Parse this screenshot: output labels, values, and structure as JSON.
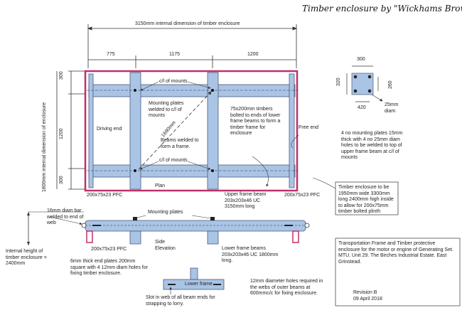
{
  "title": "Timber enclosure by \"Wickhams Brown\"",
  "colors": {
    "beam_fill": "#aac4e6",
    "beam_stroke": "#4a5a7a",
    "timber": "#c0306a",
    "line": "#333333"
  },
  "dims": {
    "overall": "3150mm internal dimension of timber enclosure",
    "seg1": "775",
    "seg2": "1175",
    "seg3": "1200",
    "left_300_top": "300",
    "left_1200": "1200",
    "left_300_bottom": "300",
    "vertical": "1800mm internal dimension of enclosure",
    "diagonal": "1690mm"
  },
  "plan": {
    "cl_mounts_top": "c/l of mounts",
    "cl_mounts_bottom": "c/l of mounts",
    "mounting_plates": "Mounting plates welded to c/l of mounts",
    "beams_welded": "Beams welded to form a frame.",
    "timbers": "75x200mm timbers bolted to ends of lower frame beams to form a timber frame for enclosure",
    "driving_end": "Driving end",
    "free_end": "Free end",
    "plan_label": "Plan"
  },
  "plate_detail": {
    "width": "300",
    "height_outer": "320",
    "height_inner": "260",
    "hole_spacing": "420",
    "hole_diam": "25mm diam"
  },
  "mounting_note": "4 no mounting plates 15mm thick with 4 no 25mm diam holes to be welded to top of upper frame beam at c/l of mounts",
  "pfc_left": "200x75x23 PFC",
  "pfc_right": "200x75x23 PFC",
  "upper_beam": "Upper frame beam 203x203x46 UC 3150mm long",
  "enclosure_box": "Timber enclosure to be 1950mm wide 3300mm long 2400mm high inside to allow for 200x75mm timber bolted plinth",
  "elevation": {
    "bar": "16mm diam bar welded to end of web",
    "mounting_plates": "Mounting plates",
    "pfc": "200x75x23 PFC",
    "side_elevation": "Side Elevation",
    "lower_beams": "Lower frame beams 203x203x46 UC 1800mm long.",
    "internal_height": "Internal height of timber enclosure = 2400mm",
    "end_plates": "6mm thick end plates 200mm square with 4 12mm diam holes for fixing timber enclosure."
  },
  "lower_frame": {
    "label": "Lower frame",
    "slot": "Slot in web of all beam ends for strapping to lorry."
  },
  "holes_note": "12mm diameter holes required in the webs of outer beams at 600mmc/c for fixing enclosure.",
  "info_box": "Transportation Frame and Timber protective enclosure for the motor or engine of Generating Set. MTU. Unit 29. The Birches Industrial Estate. East Grinstead.",
  "revision": "Revision B",
  "date": "09 April 2018"
}
